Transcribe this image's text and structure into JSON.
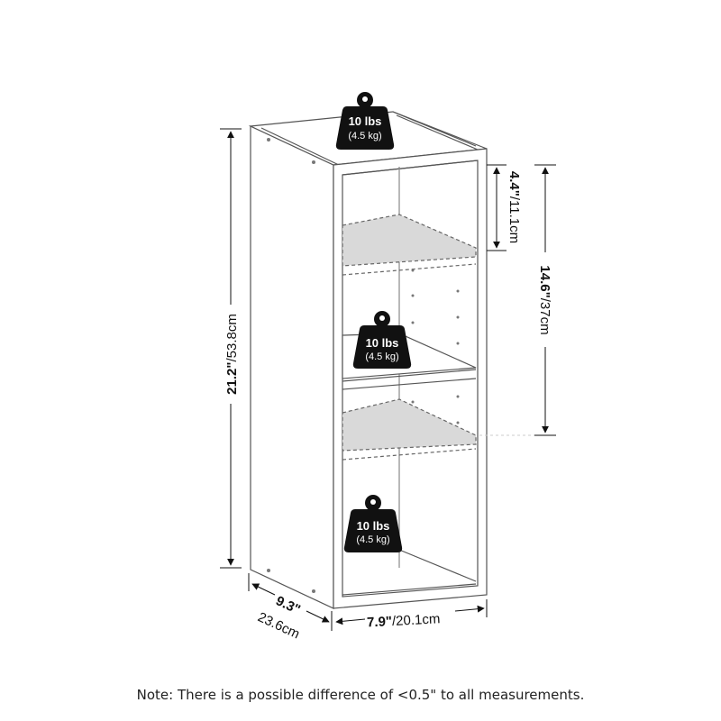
{
  "diagram": {
    "subject": "Bookshelf dimensions",
    "dimensions": {
      "height": {
        "inches": "21.2\"",
        "cm": "/53.8cm"
      },
      "depth": {
        "inches": "9.3\"",
        "cm": "23.6cm"
      },
      "width": {
        "inches": "7.9\"",
        "cm": "/20.1cm"
      },
      "shelf_gap": {
        "inches": "4.4\"",
        "cm": "/11.1cm"
      },
      "adjustable_range": {
        "inches": "14.6\"",
        "cm": "/37cm"
      }
    },
    "weights": [
      {
        "position": "top",
        "lbs": "10 lbs",
        "kg": "(4.5 kg)"
      },
      {
        "position": "middle-shelf",
        "lbs": "10 lbs",
        "kg": "(4.5 kg)"
      },
      {
        "position": "bottom",
        "lbs": "10 lbs",
        "kg": "(4.5 kg)"
      }
    ],
    "colors": {
      "line": "#444444",
      "weight_fill": "#111111",
      "shelf_shadow": "#d9d9d9",
      "text": "#111111"
    }
  },
  "note": "Note: There is a possible difference of <0.5\" to all measurements."
}
